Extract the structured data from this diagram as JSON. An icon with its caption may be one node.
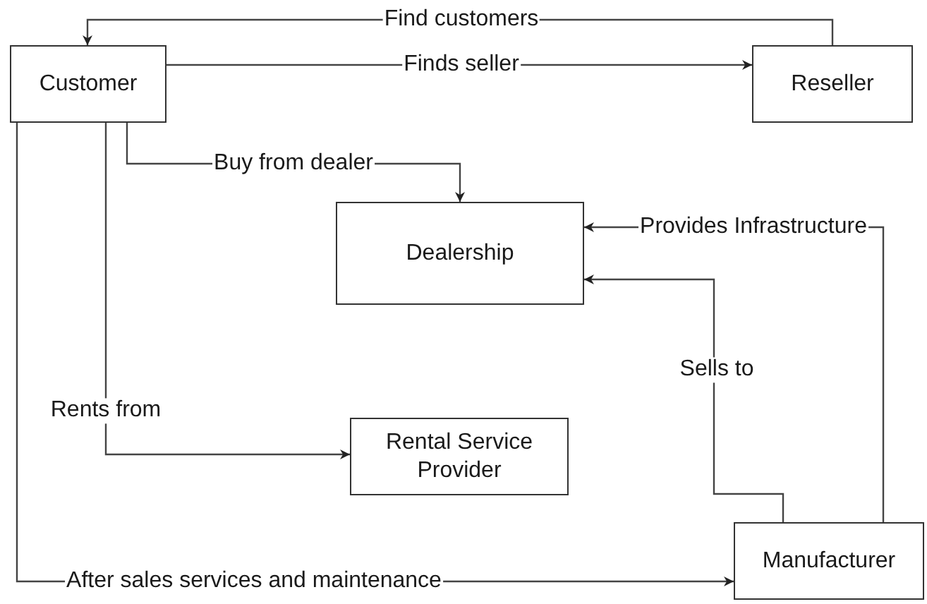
{
  "diagram": {
    "nodes": [
      {
        "text": [
          "Customer"
        ]
      },
      {
        "text": [
          "Reseller"
        ]
      },
      {
        "text": [
          "Dealership"
        ]
      },
      {
        "text": [
          "Rental Service Provider"
        ]
      },
      {
        "text": [
          "Manufacturer"
        ]
      }
    ],
    "edges": [
      {
        "from": 1,
        "to": 0,
        "arrow": "to",
        "label": "Find customers"
      },
      {
        "from": 0,
        "to": 1,
        "arrow": "to",
        "label": "Finds seller"
      },
      {
        "from": 0,
        "to": 2,
        "arrow": "to",
        "label": "Buy from dealer"
      },
      {
        "from": 4,
        "to": 2,
        "arrow": "to",
        "label": "Provides Infrastructure"
      },
      {
        "from": 4,
        "to": 2,
        "arrow": "to",
        "label": "Sells to"
      },
      {
        "from": 0,
        "to": 3,
        "arrow": "to",
        "label": "Rents from"
      },
      {
        "from": 0,
        "to": 4,
        "arrow": "to",
        "label": "After sales services and maintenance"
      }
    ]
  }
}
